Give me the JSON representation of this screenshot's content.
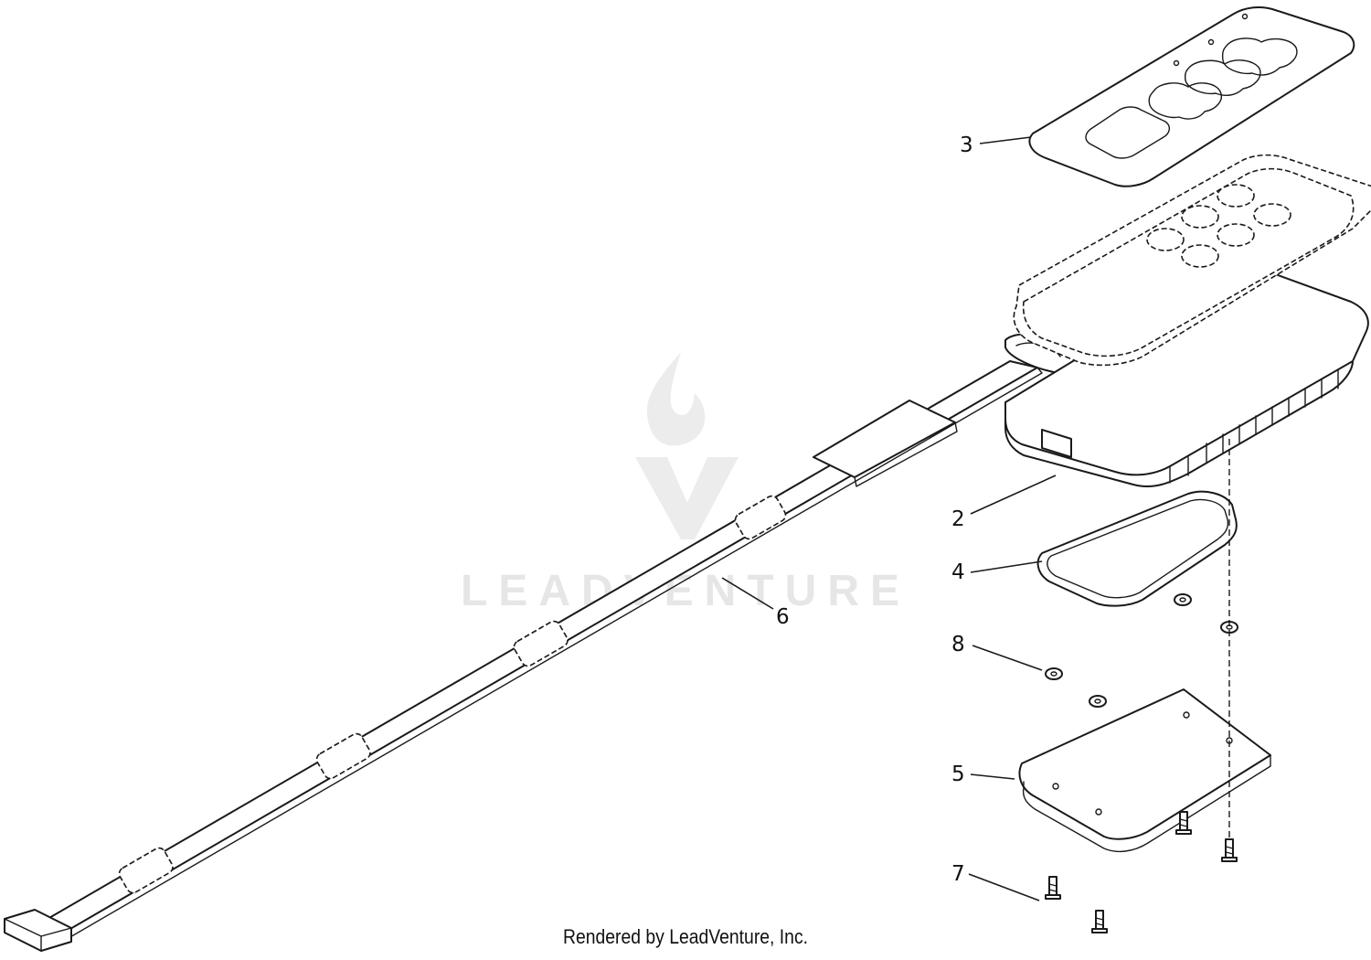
{
  "watermark": {
    "text": "LEADVENTURE"
  },
  "callouts": [
    {
      "id": "callout-3",
      "label": "3"
    },
    {
      "id": "callout-2",
      "label": "2"
    },
    {
      "id": "callout-4",
      "label": "4"
    },
    {
      "id": "callout-6",
      "label": "6"
    },
    {
      "id": "callout-8",
      "label": "8"
    },
    {
      "id": "callout-5",
      "label": "5"
    },
    {
      "id": "callout-7",
      "label": "7"
    }
  ],
  "footer": {
    "text": "Rendered by LeadVenture, Inc."
  }
}
